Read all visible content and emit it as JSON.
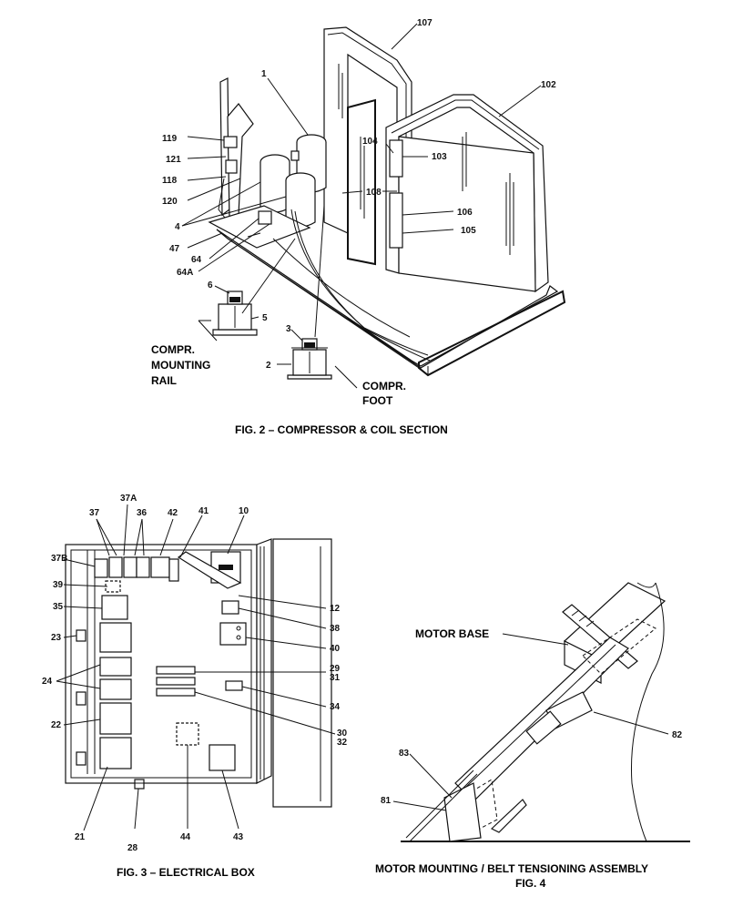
{
  "figures": {
    "fig2": {
      "caption": "FIG. 2 – COMPRESSOR & COIL SECTION",
      "labels": {
        "l107": "107",
        "l102": "102",
        "l1": "1",
        "l119": "119",
        "l121": "121",
        "l118": "118",
        "l120": "120",
        "l4": "4",
        "l47": "47",
        "l64": "64",
        "l64a": "64A",
        "l104": "104",
        "l103": "103",
        "l108": "108",
        "l106": "106",
        "l105": "105",
        "l6": "6",
        "l5": "5",
        "l3": "3",
        "l2": "2"
      },
      "rail_label": [
        "COMPR.",
        "MOUNTING",
        "RAIL"
      ],
      "foot_label": [
        "COMPR.",
        "FOOT"
      ]
    },
    "fig3": {
      "caption": "FIG. 3 – ELECTRICAL BOX",
      "labels": {
        "l37": "37",
        "l37a": "37A",
        "l36": "36",
        "l42": "42",
        "l41": "41",
        "l10": "10",
        "l37b": "37B",
        "l39": "39",
        "l35": "35",
        "l12": "12",
        "l38": "38",
        "l23": "23",
        "l40": "40",
        "l29": "29",
        "l31": "31",
        "l24": "24",
        "l34": "34",
        "l22": "22",
        "l30": "30",
        "l32": "32",
        "l21": "21",
        "l28": "28",
        "l44": "44",
        "l43": "43"
      }
    },
    "fig4": {
      "caption_line1": "MOTOR MOUNTING / BELT TENSIONING ASSEMBLY",
      "caption_line2": "FIG. 4",
      "labels": {
        "motor_base": "MOTOR BASE",
        "l82": "82",
        "l83": "83",
        "l81": "81"
      }
    }
  }
}
